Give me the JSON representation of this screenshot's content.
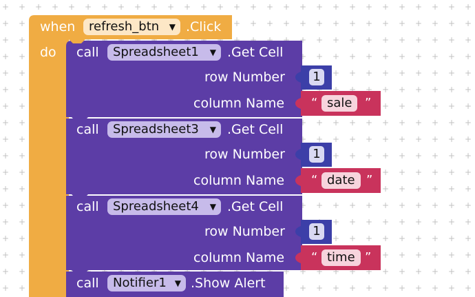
{
  "colors": {
    "event_block": "#F0AC43",
    "event_dropdown": "#FDE7C6",
    "call_block": "#5C3DA6",
    "call_dropdown": "#C7BBEA",
    "math_block": "#3C3FA8",
    "text_block": "#C9335C"
  },
  "event": {
    "when_label": "when",
    "component": "refresh_btn",
    "event_name": ".Click",
    "do_label": "do"
  },
  "calls": [
    {
      "call_label": "call",
      "component": "Spreadsheet1",
      "method": ".Get Cell",
      "row_label": "row Number",
      "row_value": "1",
      "col_label": "column Name",
      "col_value": "sale"
    },
    {
      "call_label": "call",
      "component": "Spreadsheet3",
      "method": ".Get Cell",
      "row_label": "row Number",
      "row_value": "1",
      "col_label": "column Name",
      "col_value": "date"
    },
    {
      "call_label": "call",
      "component": "Spreadsheet4",
      "method": ".Get Cell",
      "row_label": "row Number",
      "row_value": "1",
      "col_label": "column Name",
      "col_value": "time"
    }
  ],
  "notifier": {
    "call_label": "call",
    "component": "Notifier1",
    "method": ".Show Alert"
  },
  "quotes": {
    "open": "“",
    "close": "”"
  },
  "icons": {
    "dropdown": "chevron-down-icon",
    "grid": "plus-icon"
  }
}
